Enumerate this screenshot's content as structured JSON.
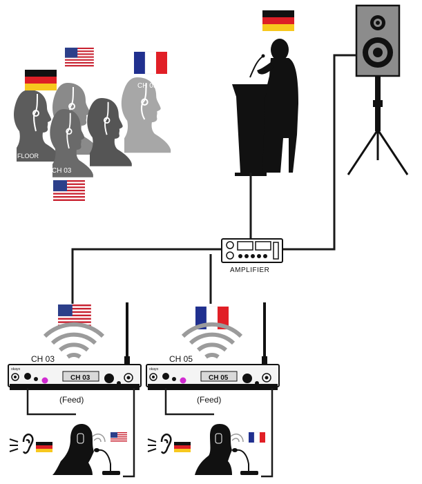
{
  "labels": {
    "head_ch03_top": "CH 03",
    "head_ch05": "CH 05",
    "head_floor": "FLOOR",
    "head_ch03_bottom": "CH 03",
    "amplifier": "AMPLIFIER",
    "tx1_channel": "CH 03",
    "tx2_channel": "CH 05",
    "tx1_display": "CH 03",
    "tx2_display": "CH 05",
    "tx1_feed": "(Feed)",
    "tx2_feed": "(Feed)",
    "brand": "okayo"
  },
  "colors": {
    "line": "#1a1a1a",
    "speaker_body": "#8c8c8c",
    "transmitter_display": "#d9d9d9",
    "indicator": "#d12bd1"
  },
  "icons": {
    "flag_germany": "flag-germany-icon",
    "flag_usa": "flag-usa-icon",
    "flag_france": "flag-france-icon",
    "ear": "ear-icon",
    "microphone": "microphone-icon",
    "wifi": "wireless-signal-icon"
  }
}
